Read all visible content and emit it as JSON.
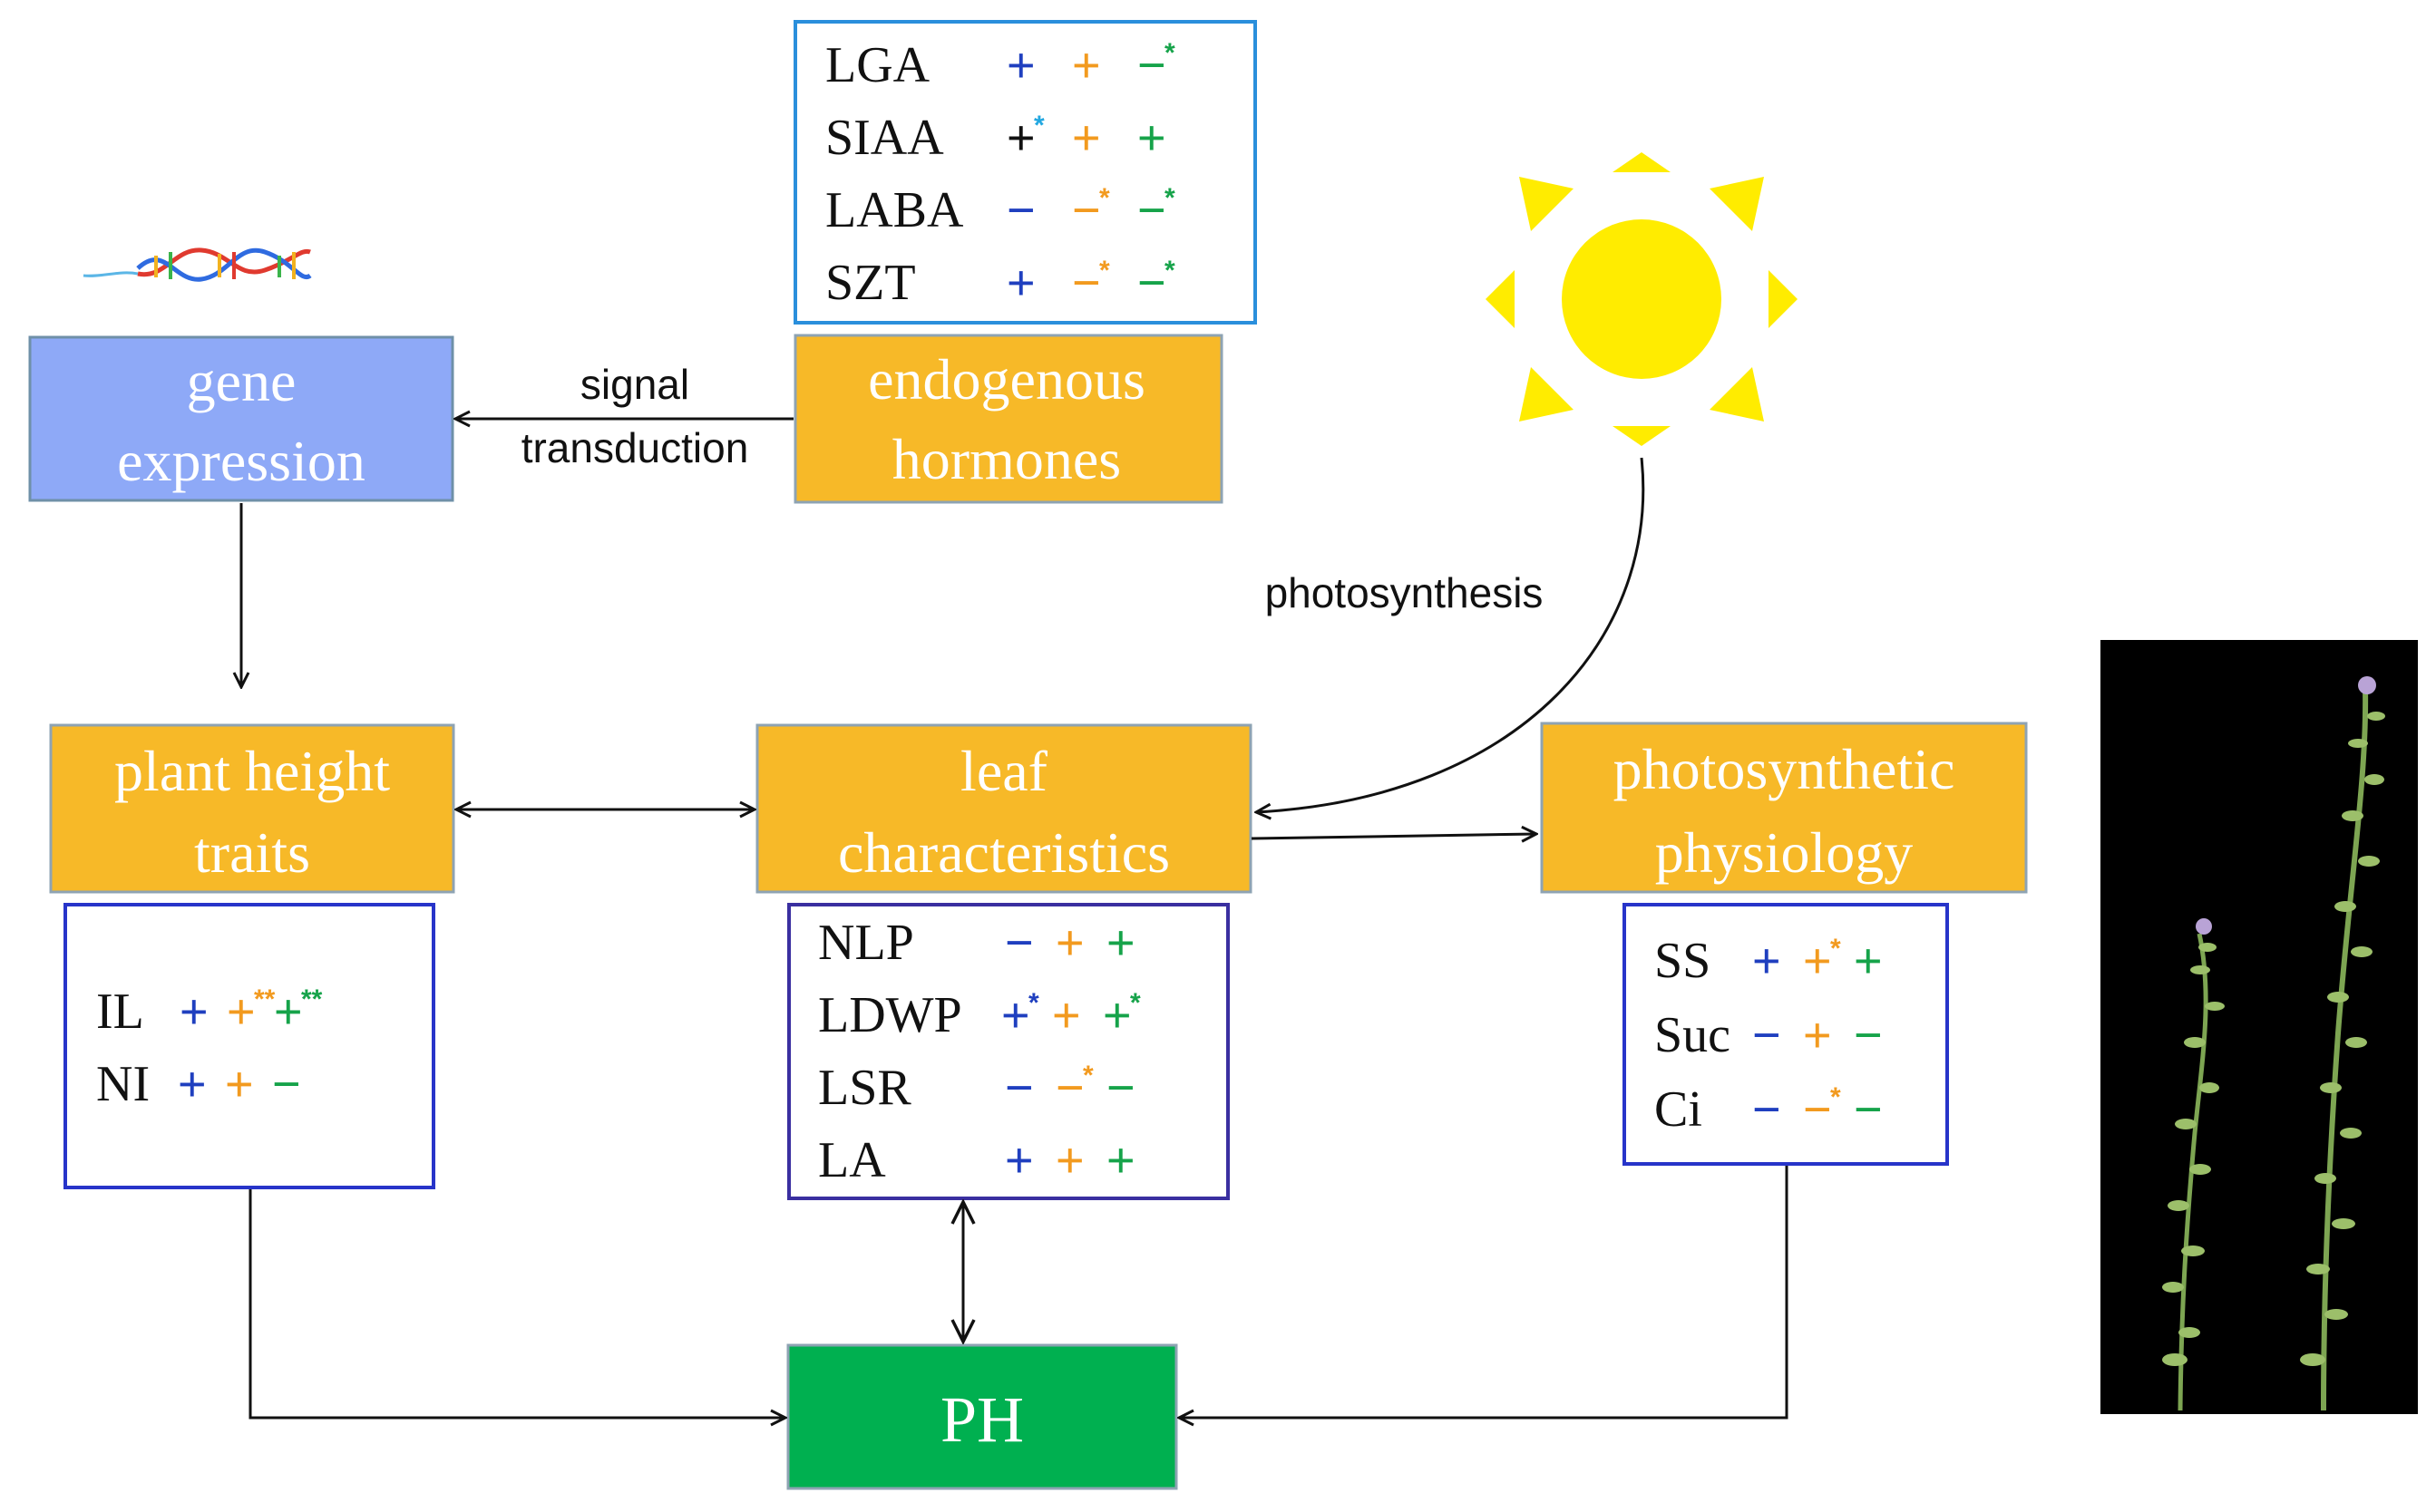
{
  "colors": {
    "blue": "#1f3fbf",
    "orange": "#f29a1f",
    "green": "#16a34a",
    "cyan": "#22a7e0",
    "black": "#111111",
    "orange_box": "#f7b928",
    "blue_box": "#8ea9f7",
    "green_box": "#00b050",
    "sun": "#ffec00"
  },
  "boxes": {
    "gene_expression": [
      "gene",
      "expression"
    ],
    "endogenous_hormones": [
      "endogenous",
      "hormones"
    ],
    "plant_height_traits": [
      "plant height",
      "traits"
    ],
    "leaf_characteristics": [
      "leaf",
      "characteristics"
    ],
    "photosynthetic_physiology": [
      "photosynthetic",
      "physiology"
    ],
    "ph": "PH"
  },
  "labels": {
    "signal_transduction": [
      "signal",
      "transduction"
    ],
    "photosynthesis": "photosynthesis"
  },
  "icons": {
    "dna": "dna-helix-icon",
    "sun": "sun-icon",
    "plant_photo": "alfalfa-plant-photo"
  },
  "tables": {
    "hormones": [
      {
        "label": "LGA",
        "signs": [
          {
            "s": "+",
            "c": "blue"
          },
          {
            "s": "+",
            "c": "orange"
          },
          {
            "s": "−",
            "c": "green",
            "star": "*",
            "sc": "green"
          }
        ]
      },
      {
        "label": "SIAA",
        "signs": [
          {
            "s": "+",
            "c": "black",
            "star": "*",
            "sc": "cyan"
          },
          {
            "s": "+",
            "c": "orange"
          },
          {
            "s": "+",
            "c": "green"
          }
        ]
      },
      {
        "label": "LABA",
        "signs": [
          {
            "s": "−",
            "c": "blue"
          },
          {
            "s": "−",
            "c": "orange",
            "star": "*",
            "sc": "orange"
          },
          {
            "s": "−",
            "c": "green",
            "star": "*",
            "sc": "green"
          }
        ]
      },
      {
        "label": "SZT",
        "signs": [
          {
            "s": "+",
            "c": "blue"
          },
          {
            "s": "−",
            "c": "orange",
            "star": "*",
            "sc": "orange"
          },
          {
            "s": "−",
            "c": "green",
            "star": "*",
            "sc": "green"
          }
        ]
      }
    ],
    "plant_height": [
      {
        "label": "IL",
        "signs": [
          {
            "s": "+",
            "c": "blue"
          },
          {
            "s": "+",
            "c": "orange",
            "star": "**",
            "sc": "orange"
          },
          {
            "s": "+",
            "c": "green",
            "star": "**",
            "sc": "green"
          }
        ]
      },
      {
        "label": "NI",
        "signs": [
          {
            "s": "+",
            "c": "blue"
          },
          {
            "s": "+",
            "c": "orange"
          },
          {
            "s": "−",
            "c": "green"
          }
        ]
      }
    ],
    "leaf": [
      {
        "label": "NLP",
        "signs": [
          {
            "s": "−",
            "c": "blue"
          },
          {
            "s": "+",
            "c": "orange"
          },
          {
            "s": "+",
            "c": "green"
          }
        ]
      },
      {
        "label": "LDWP",
        "signs": [
          {
            "s": "+",
            "c": "blue",
            "star": "*",
            "sc": "blue"
          },
          {
            "s": "+",
            "c": "orange"
          },
          {
            "s": "+",
            "c": "green",
            "star": "*",
            "sc": "green"
          }
        ]
      },
      {
        "label": "LSR",
        "signs": [
          {
            "s": "−",
            "c": "blue"
          },
          {
            "s": "−",
            "c": "orange",
            "star": "*",
            "sc": "orange"
          },
          {
            "s": "−",
            "c": "green"
          }
        ]
      },
      {
        "label": "LA",
        "signs": [
          {
            "s": "+",
            "c": "blue"
          },
          {
            "s": "+",
            "c": "orange"
          },
          {
            "s": "+",
            "c": "green"
          }
        ]
      }
    ],
    "photo": [
      {
        "label": "SS",
        "signs": [
          {
            "s": "+",
            "c": "blue"
          },
          {
            "s": "+",
            "c": "orange",
            "star": "*",
            "sc": "orange"
          },
          {
            "s": "+",
            "c": "green"
          }
        ]
      },
      {
        "label": "Suc",
        "signs": [
          {
            "s": "−",
            "c": "blue"
          },
          {
            "s": "+",
            "c": "orange"
          },
          {
            "s": "−",
            "c": "green"
          }
        ]
      },
      {
        "label": "Ci",
        "signs": [
          {
            "s": "−",
            "c": "blue"
          },
          {
            "s": "−",
            "c": "orange",
            "star": "*",
            "sc": "orange"
          },
          {
            "s": "−",
            "c": "green"
          }
        ]
      }
    ]
  }
}
